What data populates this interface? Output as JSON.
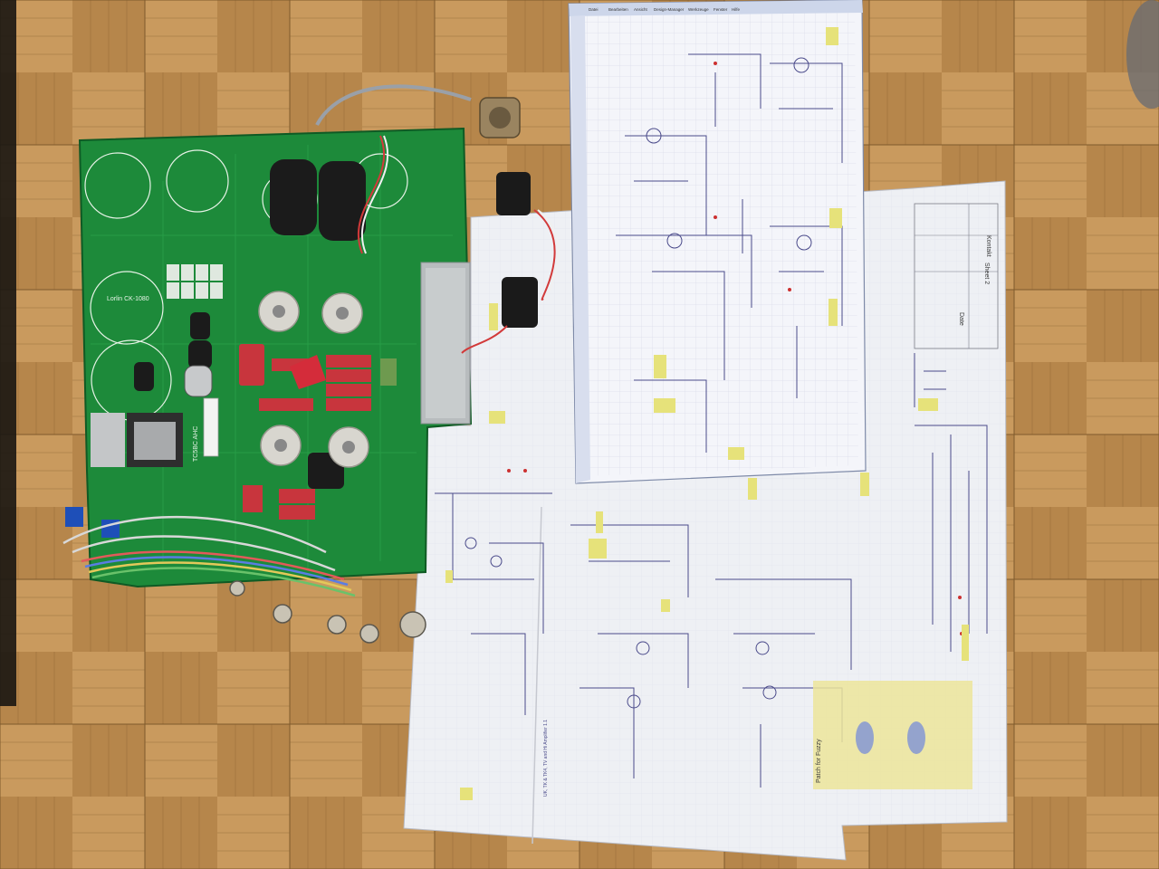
{
  "photo": {
    "pcb": {
      "silkscreen_label": "Lorlin CK-1080",
      "regulator_label": "TC5BC AHC"
    },
    "schematic_paper": {
      "title_block": {
        "a": "Kontakt",
        "b": "Sheet 2",
        "c": "Date"
      },
      "note_box_label": "Patch for Fuzzy",
      "footer_caption": "UK, TK & TK4, TV and Hi Amplifier 1.1"
    },
    "monitor_printout": {
      "menu_items": [
        "Datei",
        "Bearbeiten",
        "Ansicht",
        "Design-Manager",
        "Werkzeuge",
        "Fenster",
        "Hilfe"
      ]
    },
    "colors": {
      "floor_light": "#c99a5e",
      "floor_dark": "#a9793f",
      "pcb_green": "#1d8a3a",
      "paper": "#eef0f4",
      "schematic_ink": "#4a4a8a",
      "highlight_yellow": "#e6e27a"
    }
  }
}
